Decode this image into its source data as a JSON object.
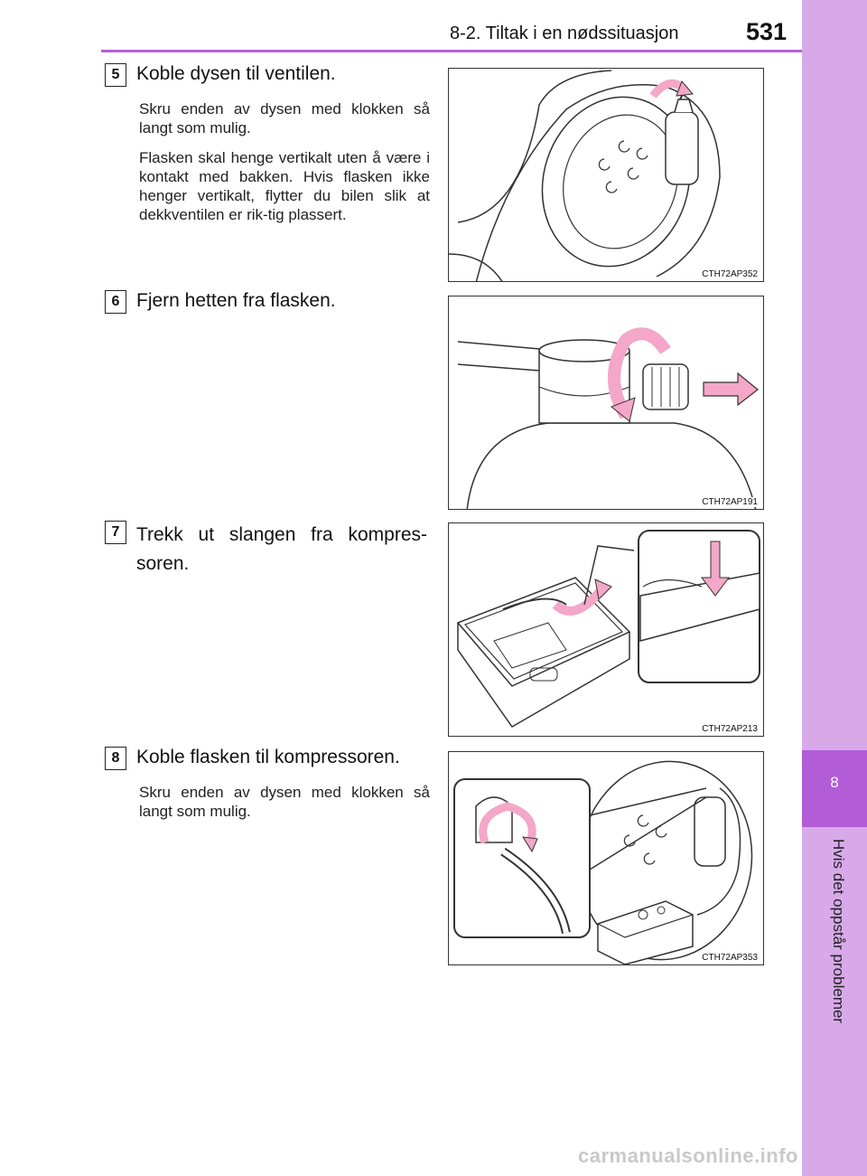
{
  "header": {
    "section": "8-2. Tiltak i en nødssituasjon",
    "page_number": "531"
  },
  "side_tab": {
    "chapter_number": "8",
    "chapter_title": "Hvis det oppstår problemer"
  },
  "steps": [
    {
      "number": "5",
      "title": "Koble dysen til ventilen.",
      "paragraphs": [
        "Skru enden av dysen med klokken så langt som mulig.",
        "Flasken skal henge vertikalt uten å være i kontakt med bakken. Hvis flasken ikke henger vertikalt, flytter du bilen slik at dekkventilen er rik-tig plassert."
      ],
      "figure_code": "CTH72AP352"
    },
    {
      "number": "6",
      "title": "Fjern hetten fra flasken.",
      "paragraphs": [],
      "figure_code": "CTH72AP191"
    },
    {
      "number": "7",
      "title": "Trekk ut slangen fra kompres-soren.",
      "paragraphs": [],
      "figure_code": "CTH72AP213"
    },
    {
      "number": "8",
      "title": "Koble flasken til kompressoren.",
      "paragraphs": [
        "Skru enden av dysen med klokken så langt som mulig."
      ],
      "figure_code": "CTH72AP353"
    }
  ],
  "watermark": "carmanualsonline.info",
  "colors": {
    "accent": "#b65fd6",
    "sidetab": "#d7a9e9",
    "sidetab_active": "#b25cd8",
    "arrow_fill": "#f4a7c8"
  }
}
